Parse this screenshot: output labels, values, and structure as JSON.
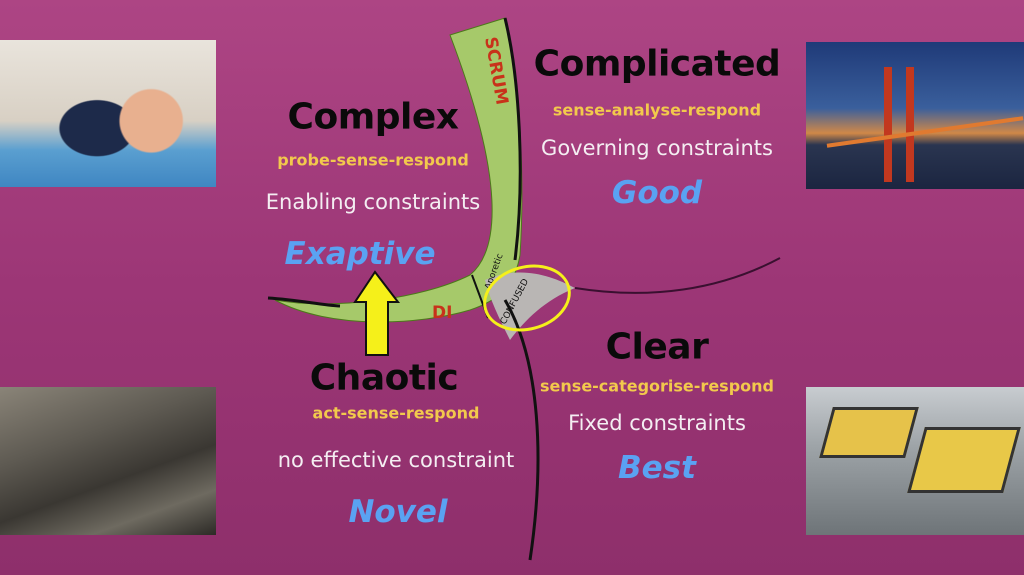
{
  "domains": {
    "complex": {
      "title": "Complex",
      "method": "probe-sense-respond",
      "constraint": "Enabling constraints",
      "practice": "Exaptive"
    },
    "complicated": {
      "title": "Complicated",
      "method": "sense-analyse-respond",
      "constraint": "Governing constraints",
      "practice": "Good"
    },
    "chaotic": {
      "title": "Chaotic",
      "method": "act-sense-respond",
      "constraint": "no effective constraint",
      "practice": "Novel"
    },
    "clear": {
      "title": "Clear",
      "method": "sense-categorise-respond",
      "constraint": "Fixed constraints",
      "practice": "Best"
    }
  },
  "boundary_labels": {
    "scrum": "SCRUM",
    "di": "DI",
    "aporetic": "Aporetic",
    "confused": "CONFUSED"
  },
  "colors": {
    "background": "#a03c7a",
    "method": "#f2c94c",
    "practice": "#5aa2f2",
    "highlight": "#f5f01a",
    "band": "#8cc048"
  }
}
